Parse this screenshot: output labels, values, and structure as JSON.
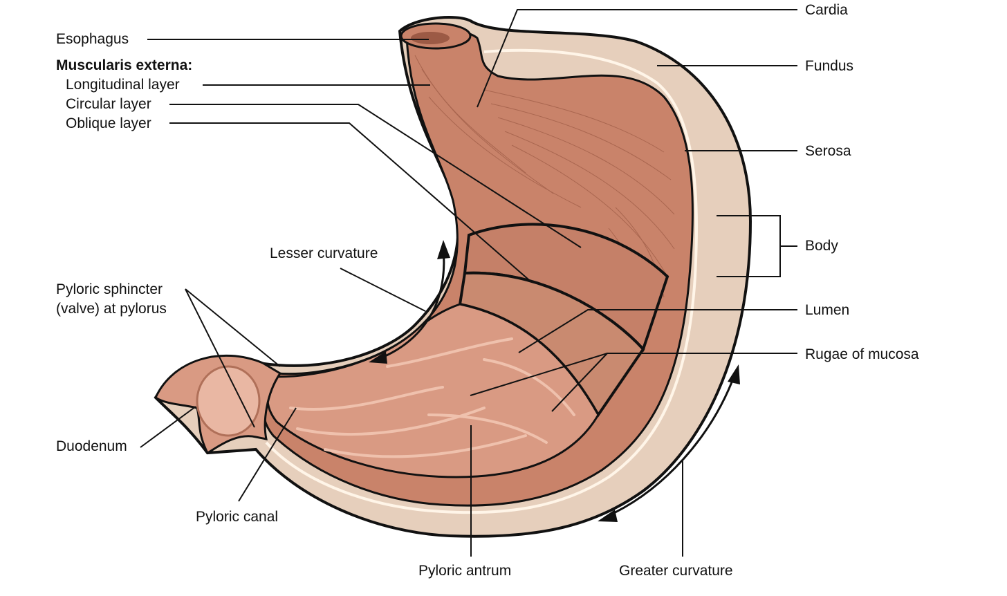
{
  "labels": {
    "esophagus": "Esophagus",
    "muscularis_externa": "Muscularis externa:",
    "longitudinal_layer": "Longitudinal layer",
    "circular_layer": "Circular layer",
    "oblique_layer": "Oblique layer",
    "lesser_curvature": "Lesser curvature",
    "pyloric_sphincter_line1": "Pyloric sphincter",
    "pyloric_sphincter_line2": "(valve) at pylorus",
    "duodenum": "Duodenum",
    "pyloric_canal": "Pyloric canal",
    "pyloric_antrum": "Pyloric antrum",
    "greater_curvature": "Greater curvature",
    "cardia": "Cardia",
    "fundus": "Fundus",
    "serosa": "Serosa",
    "body": "Body",
    "lumen": "Lumen",
    "rugae_of_mucosa": "Rugae of mucosa"
  },
  "colors": {
    "serosa": "#e6cfbc",
    "muscle": "#c9836a",
    "muscle_dark": "#9c5a45",
    "mucosa": "#d99a83",
    "fold_highlight": "#efc1ad",
    "outline": "#111111"
  }
}
